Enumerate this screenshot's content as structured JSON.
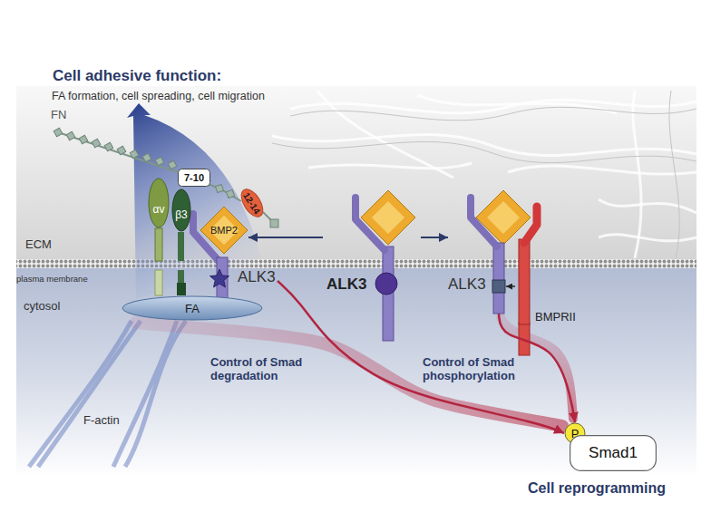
{
  "diagram": {
    "title": "Cell adhesive function:",
    "nodes": [
      {
        "text": [
          "7-10"
        ]
      },
      {
        "text": [
          "αv"
        ]
      },
      {
        "text": [
          "β3"
        ]
      },
      {
        "text": [
          "12-14"
        ]
      },
      {
        "text": [
          "BMP2"
        ]
      },
      {
        "text": [
          "ALK3"
        ]
      },
      {
        "text": [
          "FA"
        ]
      },
      {
        "text": [
          "ALK3"
        ]
      },
      {
        "text": [
          "ALK3"
        ]
      },
      {
        "text": [
          "BMPRII"
        ]
      },
      {
        "text": [
          "P"
        ]
      },
      {
        "text": [
          "Smad1"
        ]
      }
    ],
    "edges": [
      {
        "from": 7,
        "to": 4,
        "arrow": "to"
      },
      {
        "from": 7,
        "to": 8,
        "arrow": "to"
      },
      {
        "from": 9,
        "to": 8,
        "arrow": "to"
      },
      {
        "from": 5,
        "to": 10,
        "arrow": "to"
      },
      {
        "from": 8,
        "to": 10,
        "arrow": "to"
      }
    ],
    "labels": [
      "FA formation, cell spreading, cell migration",
      "FN",
      "ECM",
      "plasma membrane",
      "cytosol",
      "F-actin",
      "Control of Smad degradation",
      "Control of Smad phosphorylation",
      "Cell reprogramming"
    ]
  }
}
